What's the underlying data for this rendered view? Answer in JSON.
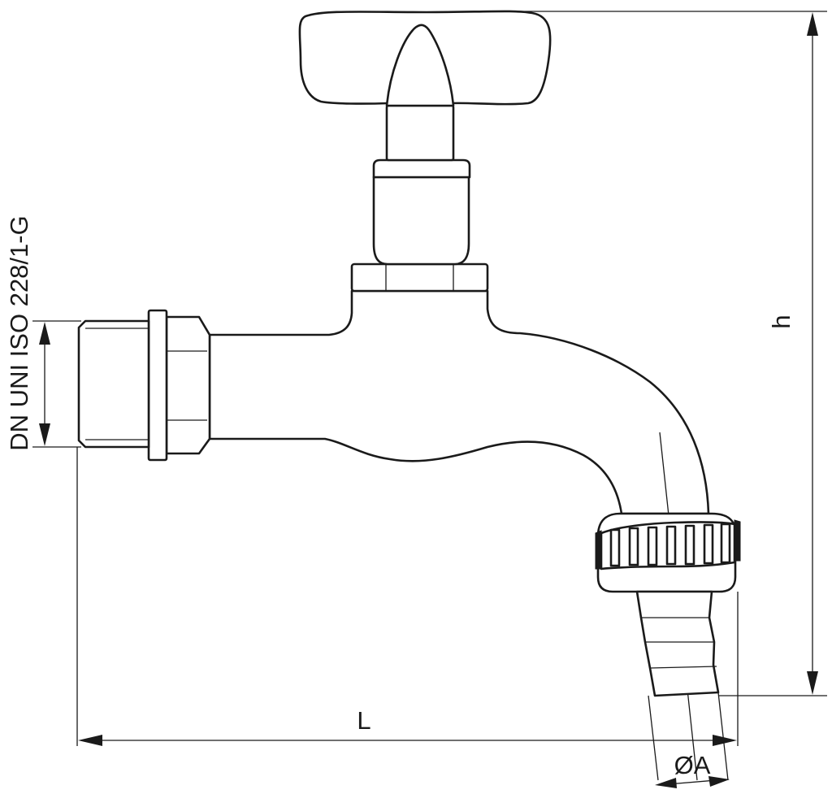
{
  "standard_label": "DN UNI ISO 228/1-G",
  "dimensions": {
    "height": "h",
    "length": "L",
    "outlet_diameter": "ØA"
  },
  "colors": {
    "line": "#1a1a1a",
    "background": "#ffffff"
  }
}
